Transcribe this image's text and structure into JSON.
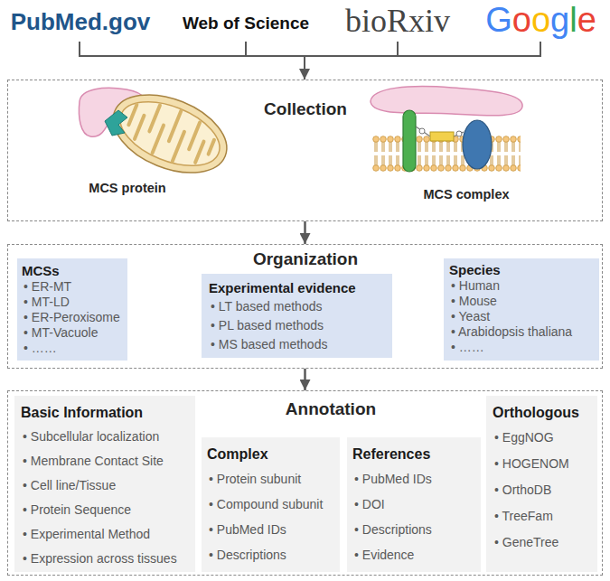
{
  "diagram": {
    "nodes": [
      {
        "text": [
          "Collection",
          "MCS protein",
          "MCS complex"
        ]
      },
      {
        "text": [
          "Organization"
        ]
      },
      {
        "text": [
          "MCSs",
          "• ER-MT",
          "• MT-LD",
          "• ER-Peroxisome",
          "• MT-Vacuole",
          "• ……"
        ],
        "in": 1
      },
      {
        "text": [
          "Experimental evidence",
          "• LT based methods",
          "• PL based methods",
          "• MS based methods"
        ],
        "in": 1
      },
      {
        "text": [
          "Species",
          "• Human",
          "• Mouse",
          "• Yeast",
          "• Arabidopsis thaliana",
          "• ……"
        ],
        "in": 1
      },
      {
        "text": [
          "Annotation"
        ]
      },
      {
        "text": [
          "Basic Information",
          "• Subcellular localization",
          "• Membrane Contact Site",
          "• Cell line/Tissue",
          "• Protein Sequence",
          "• Experimental Method",
          "• Expression across tissues"
        ],
        "in": 5
      },
      {
        "text": [
          "Complex",
          "• Protein subunit",
          "• Compound subunit",
          "• PubMed IDs",
          "• Descriptions"
        ],
        "in": 5
      },
      {
        "text": [
          "References",
          "• PubMed IDs",
          "• DOI",
          "• Descriptions",
          "• Evidence"
        ],
        "in": 5
      },
      {
        "text": [
          "Orthologous",
          "• EggNOG",
          "• HOGENOM",
          "• OrthoDB",
          "• TreeFam",
          "• GeneTree"
        ],
        "in": 5
      }
    ],
    "edges": [
      {
        "from": 0,
        "to": 1,
        "arrow": "to"
      },
      {
        "from": 1,
        "to": 5,
        "arrow": "to"
      }
    ],
    "labels": [
      "PubMed.gov",
      "Web of Science",
      "bioRxiv",
      "Google"
    ]
  }
}
